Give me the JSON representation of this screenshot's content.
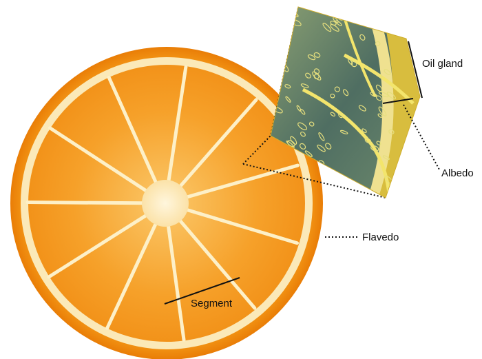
{
  "labels": {
    "oil_gland": "Oil gland",
    "albedo": "Albedo",
    "flavedo": "Flavedo",
    "segment": "Segment"
  },
  "colors": {
    "background": "#ffffff",
    "rind": "#f28a0c",
    "albedo": "#f9e7b2",
    "pulp": "#f59a1c",
    "pulp_light": "#f8b14a",
    "membrane": "#fdf2d0",
    "zoom_flesh": "#5e7a68",
    "zoom_membrane": "#f1e36a",
    "zoom_rind": "#d9c03a",
    "leader": "#111111"
  },
  "orange": {
    "segment_count": 11
  }
}
